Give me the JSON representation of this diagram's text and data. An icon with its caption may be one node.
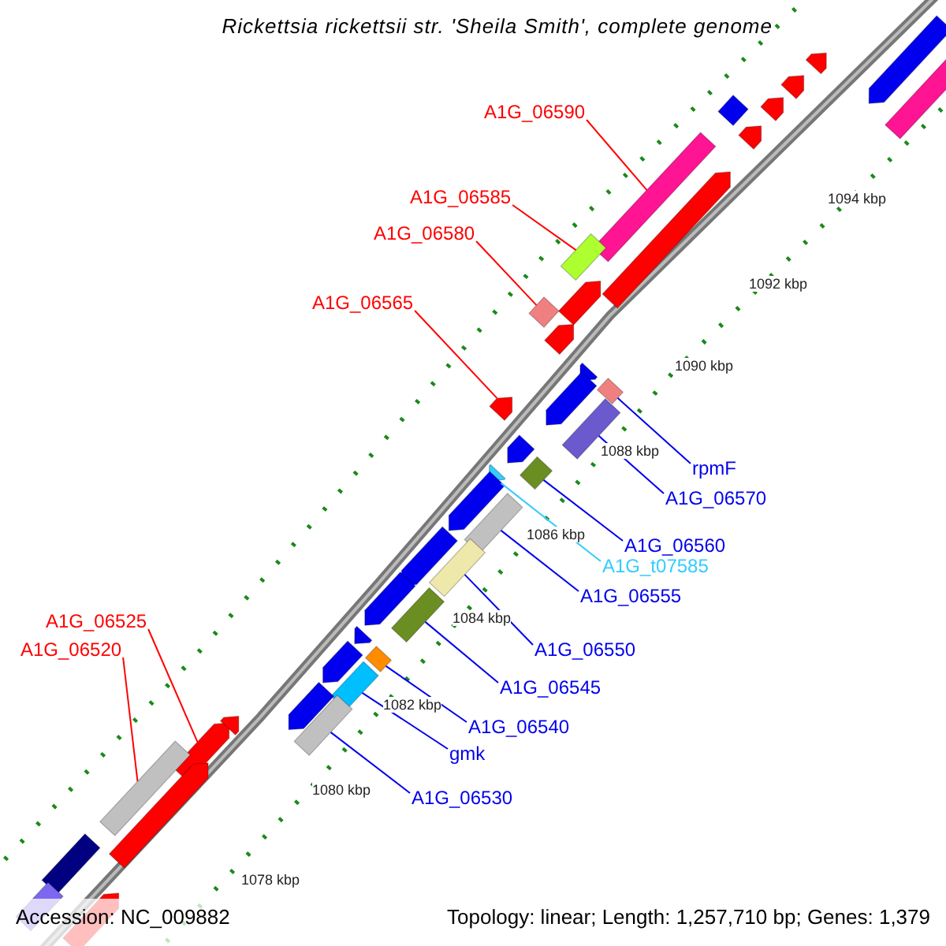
{
  "diagram": {
    "title": "Rickettsia rickettsii str. 'Sheila Smith', complete genome",
    "nodes": [
      {
        "text": [
          "A1G_06590"
        ]
      },
      {
        "text": [],
        "shape": "bar"
      },
      {
        "text": [
          "A1G_06585"
        ]
      },
      {
        "text": [],
        "shape": "bar"
      },
      {
        "text": [
          "A1G_06580"
        ]
      },
      {
        "text": [],
        "shape": "bar"
      },
      {
        "text": [
          "A1G_06565"
        ]
      },
      {
        "text": [],
        "shape": "arrow"
      },
      {
        "text": [
          "rpmF"
        ]
      },
      {
        "text": [],
        "shape": "bar"
      },
      {
        "text": [
          "A1G_06570"
        ]
      },
      {
        "text": [],
        "shape": "bar"
      },
      {
        "text": [
          "A1G_06560"
        ]
      },
      {
        "text": [],
        "shape": "bar"
      },
      {
        "text": [
          "A1G_t07585"
        ]
      },
      {
        "text": [],
        "shape": "arrow"
      },
      {
        "text": [
          "A1G_06555"
        ]
      },
      {
        "text": [],
        "shape": "bar"
      },
      {
        "text": [
          "A1G_06525"
        ]
      },
      {
        "text": [],
        "shape": "arrow"
      },
      {
        "text": [
          "A1G_06520"
        ]
      },
      {
        "text": [],
        "shape": "bar"
      },
      {
        "text": [
          "A1G_06550"
        ]
      },
      {
        "text": [],
        "shape": "bar"
      },
      {
        "text": [
          "A1G_06545"
        ]
      },
      {
        "text": [],
        "shape": "bar"
      },
      {
        "text": [
          "A1G_06540"
        ]
      },
      {
        "text": [],
        "shape": "bar"
      },
      {
        "text": [
          "gmk"
        ]
      },
      {
        "text": [],
        "shape": "bar"
      },
      {
        "text": [
          "A1G_06530"
        ]
      },
      {
        "text": [],
        "shape": "bar"
      },
      {
        "text": [],
        "shape": "arrow"
      },
      {
        "text": [],
        "shape": "arrow"
      },
      {
        "text": [],
        "shape": "bar"
      },
      {
        "text": [],
        "shape": "arrow"
      },
      {
        "text": [],
        "shape": "arrow"
      },
      {
        "text": [],
        "shape": "bar"
      },
      {
        "text": [],
        "shape": "arrow"
      },
      {
        "text": [],
        "shape": "arrow"
      },
      {
        "text": [],
        "shape": "arrow"
      },
      {
        "text": [],
        "shape": "arrow"
      },
      {
        "text": [],
        "shape": "arrow"
      },
      {
        "text": [],
        "shape": "arrow"
      },
      {
        "text": [],
        "shape": "arrow"
      },
      {
        "text": [],
        "shape": "arrow"
      },
      {
        "text": [],
        "shape": "arrow"
      },
      {
        "text": [],
        "shape": "arrow"
      },
      {
        "text": [],
        "shape": "arrow"
      },
      {
        "text": [],
        "shape": "arrow"
      },
      {
        "text": [],
        "shape": "arrow"
      },
      {
        "text": [],
        "shape": "arrow"
      },
      {
        "text": [],
        "shape": "arrow"
      },
      {
        "text": [],
        "shape": "bar"
      },
      {
        "text": [],
        "shape": "bar"
      },
      {
        "text": [],
        "shape": "arrow"
      }
    ],
    "edges": [
      {
        "from": 0,
        "to": 1,
        "arrow": "none",
        "color": "#ff0000"
      },
      {
        "from": 2,
        "to": 3,
        "arrow": "none",
        "color": "#ff0000"
      },
      {
        "from": 4,
        "to": 5,
        "arrow": "none",
        "color": "#ff0000"
      },
      {
        "from": 6,
        "to": 7,
        "arrow": "none",
        "color": "#ff0000"
      },
      {
        "from": 8,
        "to": 9,
        "arrow": "none"
      },
      {
        "from": 10,
        "to": 11,
        "arrow": "none"
      },
      {
        "from": 12,
        "to": 13,
        "arrow": "none"
      },
      {
        "from": 14,
        "to": 15,
        "arrow": "none",
        "color": "#33ccff"
      },
      {
        "from": 16,
        "to": 17,
        "arrow": "none"
      },
      {
        "from": 18,
        "to": 19,
        "arrow": "none",
        "color": "#ff0000"
      },
      {
        "from": 20,
        "to": 21,
        "arrow": "none",
        "color": "#ff0000"
      },
      {
        "from": 22,
        "to": 23,
        "arrow": "none"
      },
      {
        "from": 24,
        "to": 25,
        "arrow": "none"
      },
      {
        "from": 26,
        "to": 27,
        "arrow": "none"
      },
      {
        "from": 28,
        "to": 29,
        "arrow": "none"
      },
      {
        "from": 30,
        "to": 31,
        "arrow": "none"
      }
    ],
    "labels": [
      "1094 kbp",
      "1092 kbp",
      "1090 kbp",
      "1088 kbp",
      "1086 kbp",
      "1084 kbp",
      "1082 kbp",
      "1080 kbp",
      "1078 kbp",
      "Accession: NC_009882",
      "Topology: linear; Length: 1,257,710 bp; Genes: 1,379"
    ]
  }
}
